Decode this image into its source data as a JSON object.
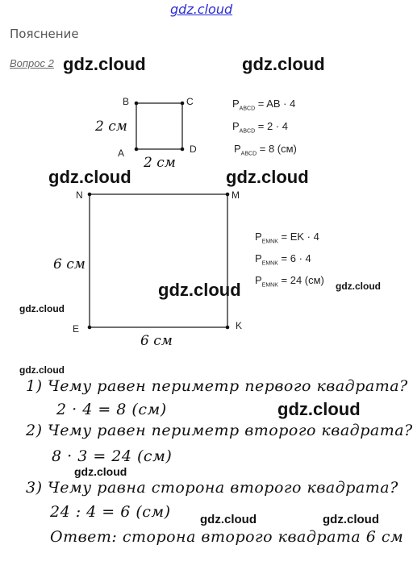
{
  "site_link": "gdz.cloud",
  "section_title": "Пояснение",
  "question_link": "Вопрос 2",
  "watermark": "gdz.cloud",
  "square1": {
    "vertices": {
      "B": "B",
      "C": "C",
      "A": "A",
      "D": "D"
    },
    "side_left": "2 см",
    "side_bottom": "2 см",
    "formulas": [
      {
        "p": "P",
        "sub": "ABCD",
        "rest": " = AB · 4"
      },
      {
        "p": "P",
        "sub": "ABCD",
        "rest": " = 2 · 4"
      },
      {
        "p": "P",
        "sub": "ABCD",
        "rest": " = 8 (см)"
      }
    ]
  },
  "square2": {
    "vertices": {
      "N": "N",
      "M": "M",
      "E": "E",
      "K": "K"
    },
    "side_left": "6 см",
    "side_bottom": "6 см",
    "formulas": [
      {
        "p": "P",
        "sub": "EMNK",
        "rest": " = EK · 4"
      },
      {
        "p": "P",
        "sub": "EMNK",
        "rest": " = 6 · 4"
      },
      {
        "p": "P",
        "sub": "EMNK",
        "rest": " = 24 (см)"
      }
    ]
  },
  "solution": {
    "q1": "1) Чему равен периметр первого квадрата?",
    "a1": "2 · 4 = 8 (см)",
    "q2": "2) Чему равен периметр второго квадрата?",
    "a2": "8 · 3 = 24 (см)",
    "q3": "3) Чему равна сторона второго квадрата?",
    "a3": "24 : 4 = 6 (см)",
    "answer": "Ответ: сторона второго квадрата 6 см"
  }
}
